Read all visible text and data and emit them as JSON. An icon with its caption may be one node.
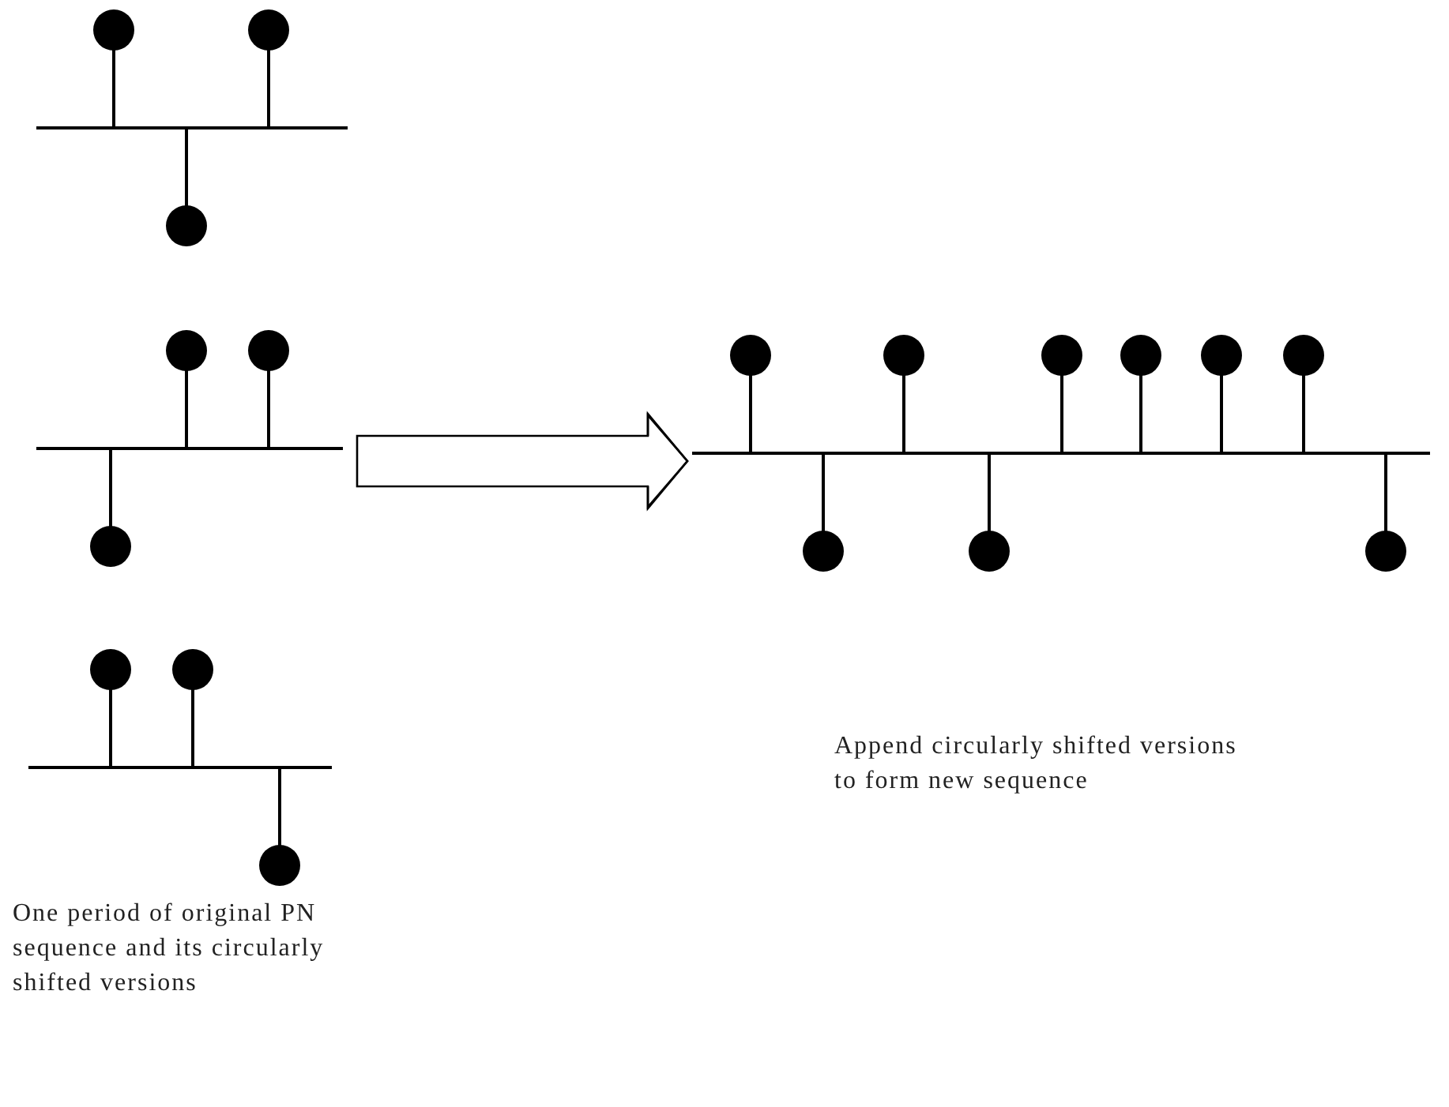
{
  "diagram": {
    "nodes": [
      {
        "text": [],
        "shape": "picture",
        "beside": [
          "One period of original PN sequence and its circularly shifted versions"
        ]
      },
      {
        "text": [],
        "shape": "picture"
      }
    ],
    "edges": [
      {
        "from": 0,
        "to": 1,
        "arrow": "to"
      }
    ],
    "labels": [
      "Append circularly shifted versions to form new sequence"
    ]
  }
}
